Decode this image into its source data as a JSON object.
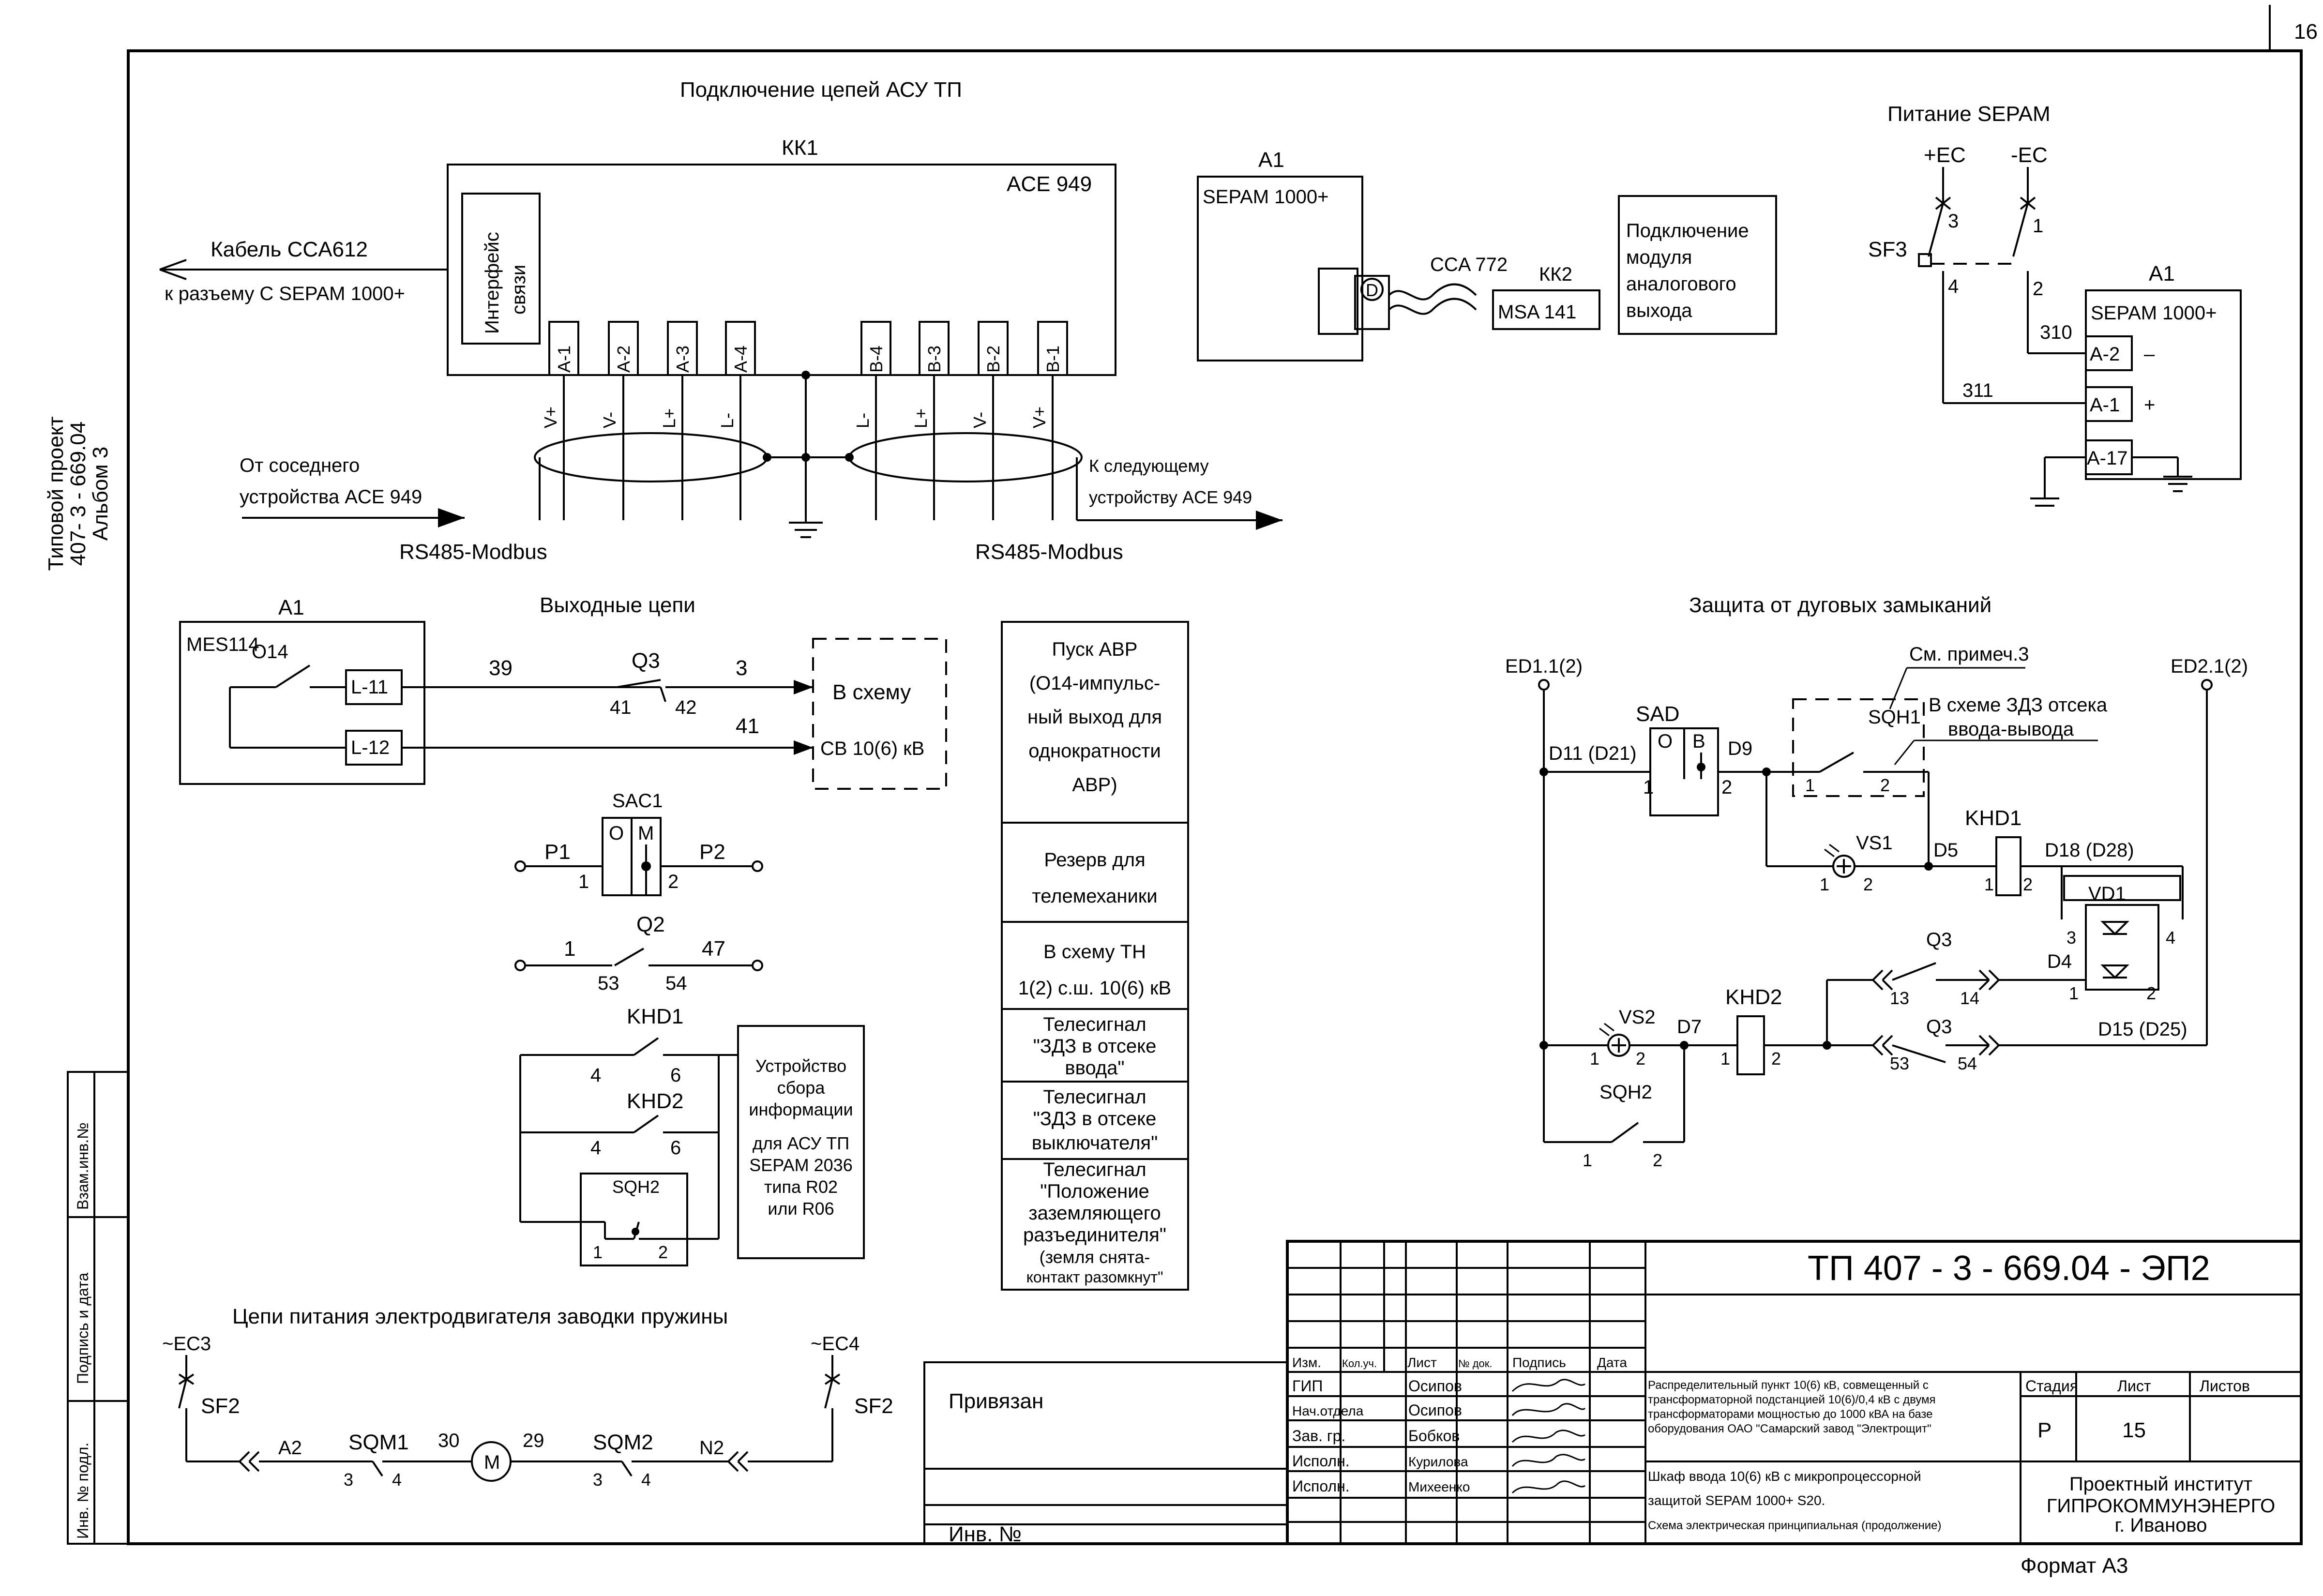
{
  "page_number": "16",
  "side": {
    "l1": "Типовой проект",
    "l2": "407- 3 - 669.04",
    "l3": "Альбом 3"
  },
  "stamp_left": {
    "vzam": "Взам.инв.№",
    "podpis": "Подпись и дата",
    "inv": "Инв. № подл."
  },
  "asu": {
    "title": "Подключение цепей АСУ ТП",
    "kk1": "КК1",
    "ace": "ACE 949",
    "iface1": "Интерфейс",
    "iface2": "связи",
    "cable": "Кабель CCA612",
    "conn": "к разъему С SEPAM 1000+",
    "terms_a": [
      "A-1",
      "A-2",
      "A-3",
      "A-4"
    ],
    "terms_b": [
      "B-4",
      "B-3",
      "B-2",
      "B-1"
    ],
    "sig_a": [
      "V+",
      "V-",
      "L+",
      "L-"
    ],
    "sig_b": [
      "L-",
      "L+",
      "V-",
      "V+"
    ],
    "from1": "От соседнего",
    "from2": "устройства ACE 949",
    "to1": "К следующему",
    "to2": "устройству ACE 949",
    "rs_left": "RS485-Modbus",
    "rs_right": "RS485-Modbus"
  },
  "msa": {
    "a1": "A1",
    "sepam": "SEPAM 1000+",
    "d": "D",
    "cca": "CCA 772",
    "kk2": "КК2",
    "msa": "MSA 141",
    "n1": "Подключение",
    "n2": "модуля",
    "n3": "аналогового",
    "n4": "выхода"
  },
  "power": {
    "title": "Питание SEPAM",
    "pec": "+EC",
    "mec": "-EC",
    "sf": "SF3",
    "n3": "3",
    "n1": "1",
    "n4": "4",
    "n2": "2",
    "a1": "A1",
    "sepam": "SEPAM 1000+",
    "w310": "310",
    "w311": "311",
    "ta2": "A-2",
    "ta1": "A-1",
    "ta17": "A-17",
    "minus": "–",
    "plus": "+"
  },
  "out": {
    "title": "Выходные цепи",
    "a1": "A1",
    "mes": "MES114",
    "o14": "O14",
    "l11": "L-11",
    "l12": "L-12",
    "w39": "39",
    "q3": "Q3",
    "w3": "3",
    "c41a": "41",
    "c42": "42",
    "w41": "41",
    "sch1": "В схему",
    "sch2": "СВ 10(6) кВ",
    "sac": "SAC1",
    "o": "O",
    "m": "M",
    "p1": "P1",
    "p2": "P2",
    "s1": "1",
    "s2": "2",
    "q2": "Q2",
    "q2a": "1",
    "q2b": "47",
    "q2c": "53",
    "q2d": "54",
    "khd1": "KHD1",
    "khd2": "KHD2",
    "k4a": "4",
    "k6a": "6",
    "k4b": "4",
    "k6b": "6",
    "sqh2": "SQH2",
    "sq1": "1",
    "sq2": "2",
    "dev": [
      "Устройство",
      "сбора",
      "информации",
      "для АСУ ТП",
      "SEPAM 2036",
      "типа R02",
      "или  R06"
    ]
  },
  "table": [
    [
      "Пуск АВР",
      "(О14-импульс-",
      "ный выход для",
      "однократности",
      "АВР)"
    ],
    [
      "Резерв для",
      "телемеханики"
    ],
    [
      "В схему ТН",
      "1(2) с.ш. 10(6) кВ"
    ],
    [
      "Телесигнал",
      "\"ЗДЗ в отсеке",
      "ввода\""
    ],
    [
      "Телесигнал",
      "\"ЗДЗ в отсеке",
      "выключателя\""
    ],
    [
      "Телесигнал",
      "\"Положение",
      "заземляющего",
      "разъединителя\"",
      "(земля снята-",
      "контакт разомкнут\""
    ]
  ],
  "arc": {
    "title": "Защита от дуговых замыканий",
    "ed1": "ED1.1(2)",
    "ed2": "ED2.1(2)",
    "note": "См. примеч.3",
    "sqh1": "SQH1",
    "schz1": "В схеме ЗДЗ отсека",
    "schz2": "ввода-вывода",
    "sad": "SAD",
    "o": "O",
    "b": "B",
    "d11": "D11 (D21)",
    "d9": "D9",
    "n1": "1",
    "n2": "2",
    "s1": "1",
    "s2": "2",
    "vs1": "VS1",
    "khd1": "KHD1",
    "d5": "D5",
    "d18": "D18 (D28)",
    "vd1": "VD1",
    "v1": "1",
    "v2": "2",
    "k1": "1",
    "k2": "2",
    "q3a": "Q3",
    "c13": "13",
    "c14": "14",
    "d4": "D4",
    "p3": "3",
    "p4": "4",
    "p1": "1",
    "p2": "2",
    "vs2": "VS2",
    "d7": "D7",
    "khd2": "KHD2",
    "w1": "1",
    "w2": "2",
    "x1": "1",
    "x2": "2",
    "q3b": "Q3",
    "c53": "53",
    "c54": "54",
    "d15": "D15 (D25)",
    "sqh2": "SQH2",
    "z1": "1",
    "z2": "2"
  },
  "motor": {
    "title": "Цепи питания электродвигателя заводки пружины",
    "ec3": "~EC3",
    "ec4": "~EC4",
    "sf2a": "SF2",
    "sf2b": "SF2",
    "a2": "A2",
    "sqm1": "SQM1",
    "w30": "30",
    "m": "M",
    "w29": "29",
    "sqm2": "SQM2",
    "n2": "N2",
    "c3a": "3",
    "c4a": "4",
    "c3b": "3",
    "c4b": "4"
  },
  "title_block": {
    "code": "ТП  407 - 3 - 669.04 - ЭП2",
    "privyazan": "Привязан",
    "inv": "Инв. №",
    "headers": [
      "Изм.",
      "Кол.уч.",
      "Лист",
      "№ док.",
      "Подпись",
      "Дата"
    ],
    "roles": [
      "ГИП",
      "Нач.отдела",
      "Зав. гр.",
      "Исполн.",
      "Исполн."
    ],
    "names": [
      "Осипов",
      "Осипов",
      "Бобков",
      "Курилова",
      "Михеенко"
    ],
    "desc1": [
      "Распределительный пункт 10(6) кВ, совмещенный с",
      "трансформаторной подстанцией 10(6)/0,4 кВ с двумя",
      "трансформаторами мощностью до 1000 кВА на базе",
      "оборудования ОАО \"Самарский завод \"Электрощит\""
    ],
    "desc2": [
      "Шкаф ввода 10(6) кВ с микропроцессорной",
      "защитой SEPAM 1000+ S20.",
      "Схема электрическая принципиальная (продолжение)"
    ],
    "stadia_h": "Стадия",
    "list_h": "Лист",
    "listov_h": "Листов",
    "stadia": "Р",
    "list": "15",
    "org": [
      "Проектный институт",
      "ГИПРОКОММУНЭНЕРГО",
      "г. Иваново"
    ],
    "format": "Формат А3"
  }
}
